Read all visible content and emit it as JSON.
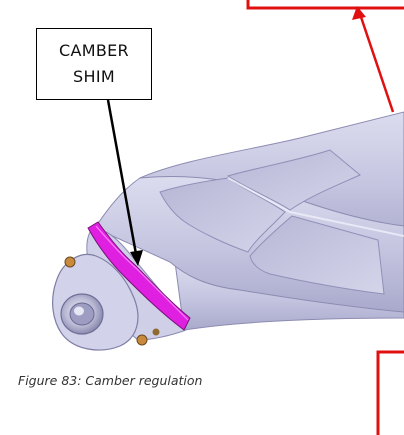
{
  "callout": {
    "line1": "CAMBER",
    "line2": "SHIM"
  },
  "caption": "Figure 83: Camber regulation",
  "colors": {
    "shim": "#e020e0",
    "arm": "#c9c9e3",
    "arm_shadow": "#9a9ac0",
    "pointer_red": "#e01010"
  }
}
